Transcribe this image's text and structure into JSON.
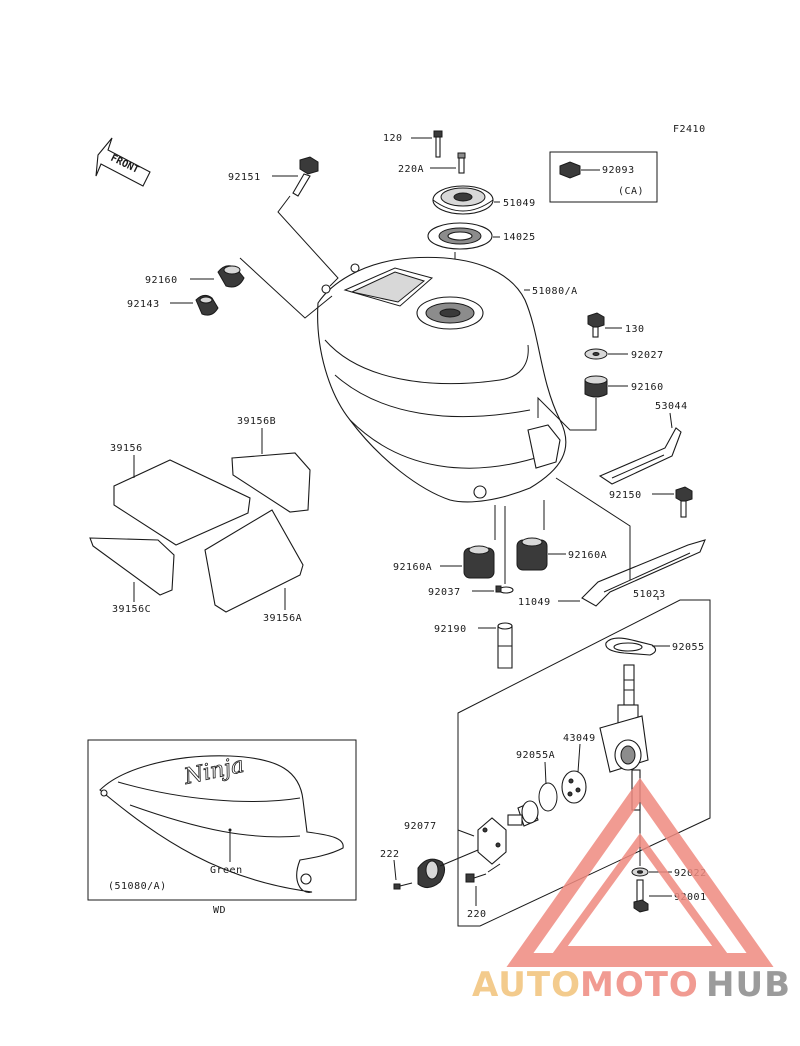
{
  "figure_code": "F2410",
  "front_label": "FRONT",
  "callouts": {
    "c120": "120",
    "c220a": "220A",
    "c92093": "92093",
    "ca": "(CA)",
    "c51049": "51049",
    "c14025": "14025",
    "c92151": "92151",
    "c92160_left": "92160",
    "c92143": "92143",
    "c51080a": "51080/A",
    "c130": "130",
    "c92027": "92027",
    "c92160_right": "92160",
    "c53044": "53044",
    "c39156b": "39156B",
    "c39156": "39156",
    "c92150": "92150",
    "c92160a_left": "92160A",
    "c92160a_right": "92160A",
    "c92037": "92037",
    "c11049": "11049",
    "c51023": "51023",
    "c39156c": "39156C",
    "c39156a": "39156A",
    "c92190": "92190",
    "c92055": "92055",
    "c43049": "43049",
    "c92055a": "92055A",
    "c92077": "92077",
    "c222": "222",
    "c220": "220",
    "c92022": "92022",
    "c92001": "92001"
  },
  "inset": {
    "badge_text": "Ninja",
    "color_label": "Green",
    "part_ref": "(51080/A)",
    "code": "WD"
  },
  "watermark": {
    "part1": "AUTO",
    "part2": "MOTO",
    "part3": "HUB",
    "color_auto": "#f2c27a",
    "color_moto": "#ef8a80",
    "color_hub": "#8a8a8a"
  }
}
